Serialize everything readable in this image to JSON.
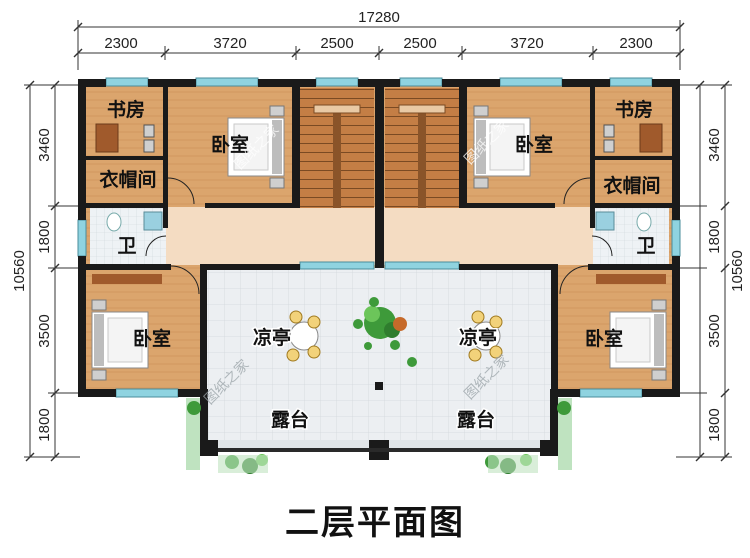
{
  "title": "二层平面图",
  "dimensions": {
    "total_width": "17280",
    "top_segments": [
      "2300",
      "3720",
      "2500",
      "2500",
      "3720",
      "2300"
    ],
    "left_total": "10560",
    "left_segments": [
      "3460",
      "1800",
      "3500",
      "1800"
    ],
    "right_total": "10560",
    "right_segments": [
      "3460",
      "1800",
      "3500",
      "1800"
    ]
  },
  "rooms": {
    "study_left": "书房",
    "study_right": "书房",
    "bedroom_top_left": "卧室",
    "bedroom_top_right": "卧室",
    "wardrobe_left": "衣帽间",
    "wardrobe_right": "衣帽间",
    "bath_left": "卫",
    "bath_right": "卫",
    "bedroom_bottom_left": "卧室",
    "bedroom_bottom_right": "卧室",
    "pavilion_left": "凉亭",
    "pavilion_right": "凉亭",
    "terrace_left": "露台",
    "terrace_right": "露台"
  },
  "watermark": "图纸之家",
  "colors": {
    "wall": "#1a1a1a",
    "wood_floor": "#d9a36b",
    "hall_floor": "#f3dcc4",
    "terrace_floor": "#e8ecef",
    "bath_floor": "#eef2f4",
    "stair": "#b9743f",
    "window": "#8fd3e0",
    "plant": "#3e9a3a"
  }
}
